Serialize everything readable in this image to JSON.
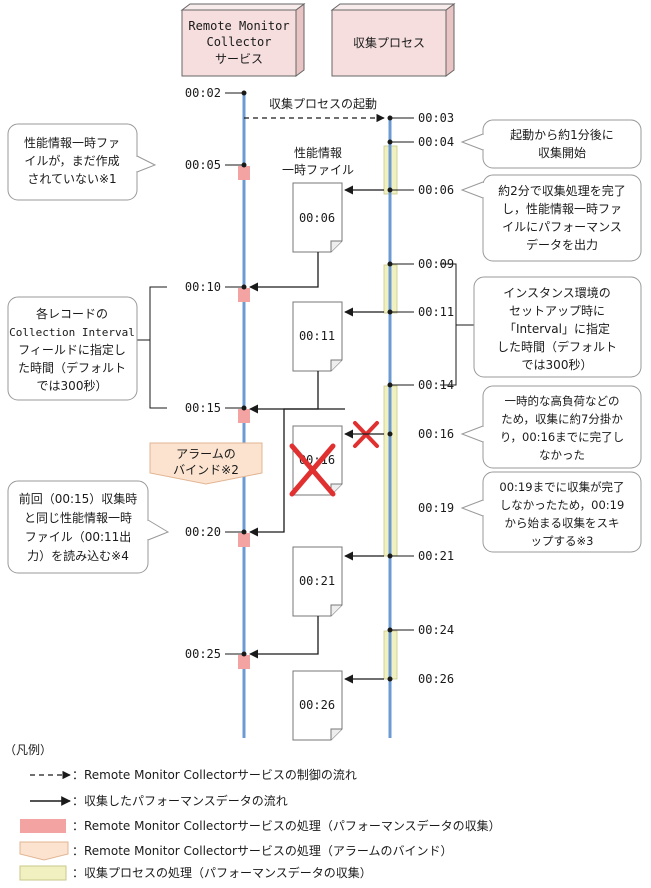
{
  "lanes": {
    "service_title": [
      "Remote Monitor",
      "Collector",
      "サービス"
    ],
    "process_title": "収集プロセス"
  },
  "service_times": [
    "00:02",
    "00:05",
    "00:10",
    "00:15",
    "00:20",
    "00:25"
  ],
  "process_times": [
    "00:03",
    "00:04",
    "00:06",
    "00:09",
    "00:11",
    "00:14",
    "00:16",
    "00:19",
    "00:21",
    "00:24",
    "00:26"
  ],
  "start_label": "収集プロセスの起動",
  "temp_file_label": [
    "性能情報",
    "一時ファイル"
  ],
  "files": [
    "00:06",
    "00:11",
    "00:16",
    "00:21",
    "00:26"
  ],
  "alarm_bind": [
    "アラームの",
    "バインド※2"
  ],
  "notes": {
    "not_created": [
      "性能情報一時ファ",
      "イルが，まだ作成",
      "されていない※1"
    ],
    "interval_left": [
      "各レコードの",
      "Collection Interval",
      "フィールドに指定し",
      "た時間（デフォルト",
      "では300秒）"
    ],
    "reuse": [
      "前回（00:15）収集時",
      "と同じ性能情報一時",
      "ファイル（00:11出",
      "力）を読み込む※4"
    ],
    "start_collect": [
      "起動から約1分後に",
      "収集開始"
    ],
    "two_min": [
      "約2分で収集処理を完了",
      "し，性能情報一時ファ",
      "イルにパフォーマンス",
      "データを出力"
    ],
    "interval_right": [
      "インスタンス環境の",
      "セットアップ時に",
      "「Interval」に指定",
      "した時間（デフォルト",
      "では300秒）"
    ],
    "high_load": [
      "一時的な高負荷などの",
      "ため，収集に約7分掛か",
      "り，00:16までに完了し",
      "なかった"
    ],
    "skip": [
      "00:19までに収集が完了",
      "しなかったため，00:19",
      "から始まる収集をスキ",
      "ップする※3"
    ]
  },
  "legend": {
    "title": "（凡例）",
    "items": [
      "：Remote Monitor Collectorサービスの制御の流れ",
      "：収集したパフォーマンスデータの流れ",
      "：Remote Monitor Collectorサービスの処理（パフォーマンスデータの収集）",
      "：Remote Monitor Collectorサービスの処理（アラームのバインド）",
      "：収集プロセスの処理（パフォーマンスデータの収集）"
    ]
  },
  "colors": {
    "lifeline": "#6b9bd2",
    "service_box": "#f4a3a3",
    "process_band": "#f0f0c0",
    "alarm_fill": "#fbe3cf",
    "lane_header": "#f6dede",
    "cross": "#e03030"
  }
}
